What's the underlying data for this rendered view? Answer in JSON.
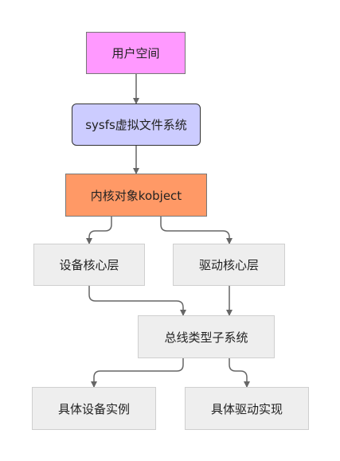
{
  "nodes": {
    "user_space": "用户空间",
    "sysfs": "sysfs虚拟文件系统",
    "kobject": "内核对象kobject",
    "device_core": "设备核心层",
    "driver_core": "驱动核心层",
    "bus_subsystem": "总线类型子系统",
    "concrete_device": "具体设备实例",
    "concrete_driver": "具体驱动实现"
  },
  "colors": {
    "user_space_fill": "#ff99ff",
    "sysfs_fill": "#ccccff",
    "kobject_fill": "#ff9966",
    "default_fill": "#eeeeee",
    "edge": "#666666"
  },
  "edges": [
    {
      "from": "user_space",
      "to": "sysfs"
    },
    {
      "from": "sysfs",
      "to": "kobject"
    },
    {
      "from": "kobject",
      "to": "device_core"
    },
    {
      "from": "kobject",
      "to": "driver_core"
    },
    {
      "from": "device_core",
      "to": "bus_subsystem"
    },
    {
      "from": "driver_core",
      "to": "bus_subsystem"
    },
    {
      "from": "bus_subsystem",
      "to": "concrete_device"
    },
    {
      "from": "bus_subsystem",
      "to": "concrete_driver"
    }
  ]
}
